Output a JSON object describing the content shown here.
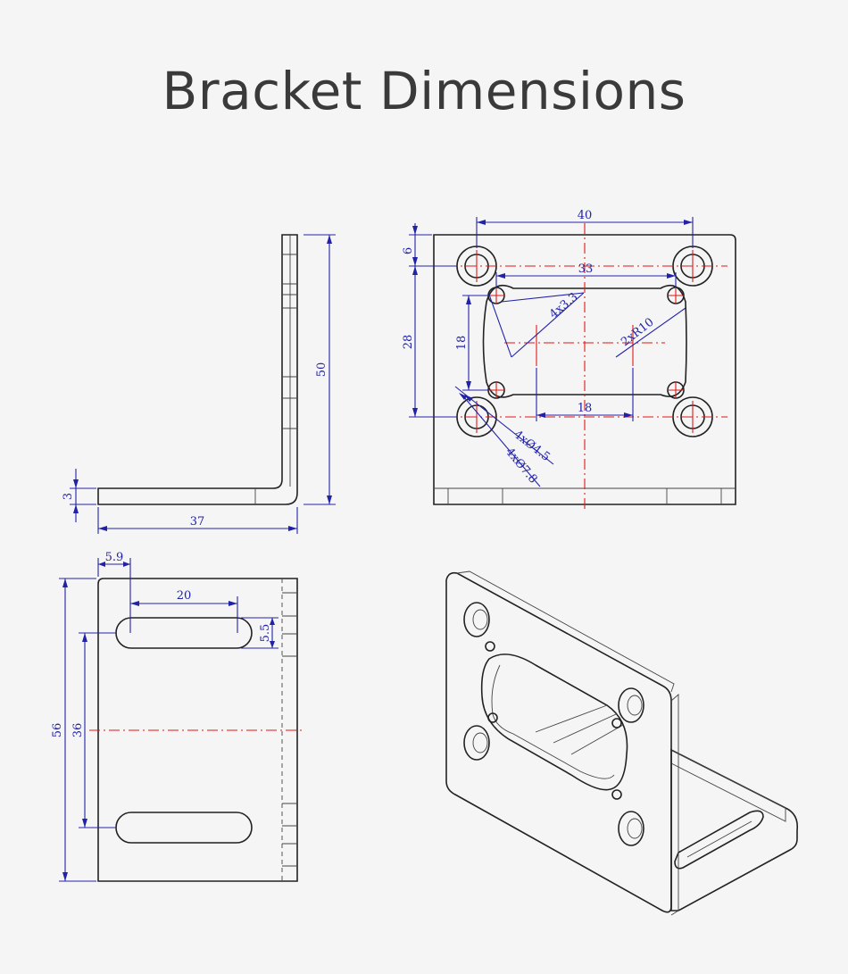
{
  "page": {
    "title": "Bracket Dimensions"
  },
  "side_view": {
    "height_dim": "50",
    "thickness_dim": "3",
    "length_dim": "37"
  },
  "front_view": {
    "width_dim": "40",
    "top_offset_dim": "6",
    "hole_spacing_vertical_dim": "28",
    "cutout_width_dim": "33",
    "cutout_height_dim": "18",
    "slot_spacing_dim": "18",
    "small_hole_callout": "4x3.3",
    "radius_callout": "2xR10",
    "hole_callout": "4xØ4.5",
    "counterbore_callout": "4xØ7.8"
  },
  "bottom_view": {
    "edge_offset_dim": "5.9",
    "slot_length_dim": "20",
    "slot_width_dim": "5.5",
    "overall_height_dim": "56",
    "slot_spacing_dim": "36"
  },
  "iso_view": {
    "label": ""
  },
  "colors": {
    "dimension": "#2222a8",
    "centerline": "#e01818",
    "outline": "#222222",
    "background": "#f5f5f5"
  }
}
